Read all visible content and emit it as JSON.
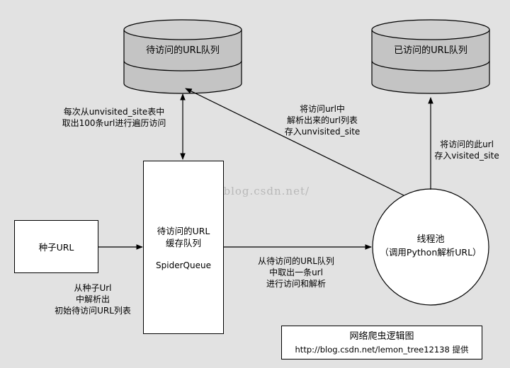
{
  "queues": {
    "unvisited_label": "待访问的URL队列",
    "visited_label": "已访问的URL队列"
  },
  "arrows": {
    "fetch_note": [
      "每次从unvisited_site表中",
      "取出100条url进行遍历访问"
    ],
    "parse_note": [
      "将访问url中",
      "解析出来的url列表",
      "存入unvisited_site"
    ],
    "store_note": [
      "将访问的此url",
      "存入visited_site"
    ],
    "seed_note": [
      "从种子Url",
      "中解析出",
      "初始待访问URL列表"
    ],
    "dispatch_note": [
      "从待访问的URL队列",
      "中取出一条url",
      "进行访问和解析"
    ]
  },
  "seed": {
    "label": "种子URL"
  },
  "spider_queue": {
    "title_lines": [
      "待访问的URL",
      "缓存队列"
    ],
    "name": "SpiderQueue"
  },
  "thread_pool": {
    "title": "线程池",
    "subtitle": "（调用Python解析URL）"
  },
  "caption": {
    "title": "网络爬虫逻辑图",
    "credit": "http://blog.csdn.net/lemon_tree12138 提供"
  },
  "watermark": "http://blog.csdn.net/",
  "colors": {
    "background": "#e2e2e2",
    "cylinder_fill": "#c4c4c4",
    "cylinder_top": "#d0d0d0",
    "stroke": "#000000"
  }
}
